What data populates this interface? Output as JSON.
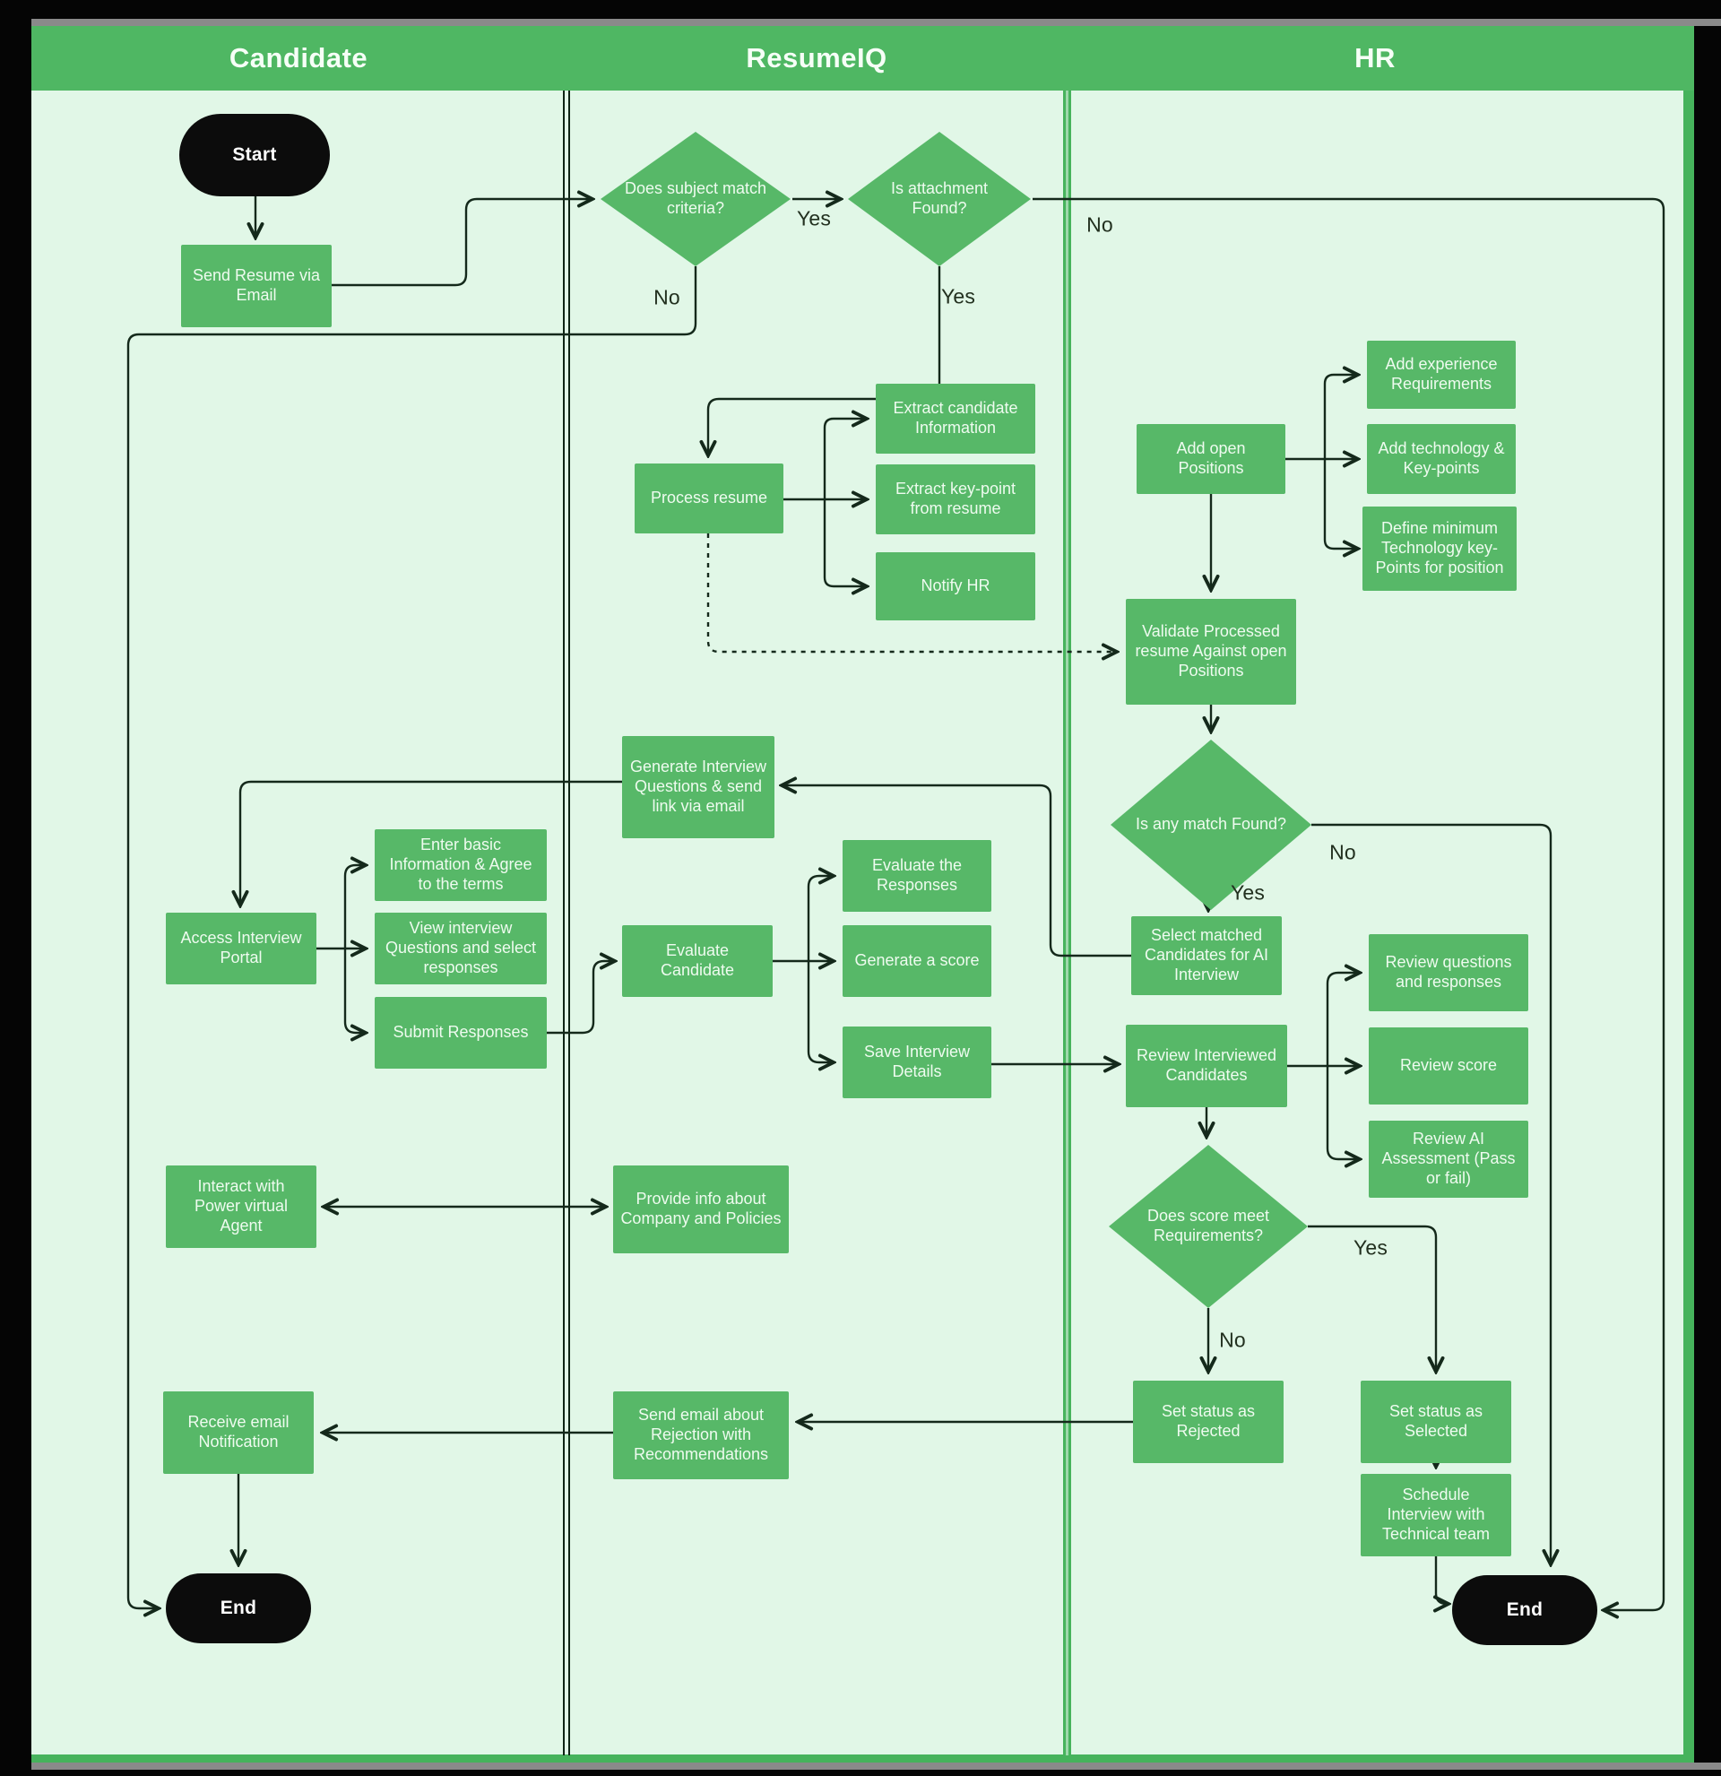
{
  "lanes": {
    "candidate": "Candidate",
    "resumeiq": "ResumeIQ",
    "hr": "HR"
  },
  "nodes": {
    "start": "Start",
    "send_resume": "Send Resume via Email",
    "does_subject_match": "Does subject match criteria?",
    "is_attachment_found": "Is attachment Found?",
    "process_resume": "Process resume",
    "extract_candidate_info": "Extract candidate Information",
    "extract_keypoint": "Extract key-point from resume",
    "notify_hr": "Notify HR",
    "add_open_positions": "Add open Positions",
    "add_experience": "Add experience Requirements",
    "add_technology": "Add technology & Key-points",
    "define_minimum": "Define minimum Technology key-Points for position",
    "validate_resume": "Validate Processed resume Against open Positions",
    "is_any_match": "Is any match Found?",
    "generate_questions": "Generate Interview Questions & send link via email",
    "select_matched": "Select matched Candidates for AI Interview",
    "access_portal": "Access Interview Portal",
    "enter_basic": "Enter basic Information & Agree to the terms",
    "view_questions": "View interview Questions and select responses",
    "submit_responses": "Submit Responses",
    "evaluate_candidate": "Evaluate Candidate",
    "evaluate_responses": "Evaluate the Responses",
    "generate_score": "Generate a score",
    "save_details": "Save Interview Details",
    "review_interviewed": "Review Interviewed Candidates",
    "review_questions": "Review questions and responses",
    "review_score": "Review score",
    "review_ai": "Review AI Assessment (Pass or fail)",
    "does_score_meet": "Does score meet Requirements?",
    "set_rejected": "Set status as Rejected",
    "set_selected": "Set status as Selected",
    "schedule_interview": "Schedule Interview with Technical team",
    "interact_pva": "Interact with Power virtual Agent",
    "provide_info": "Provide info about Company and Policies",
    "send_rejection": "Send email about Rejection with Recommendations",
    "receive_email": "Receive email Notification",
    "end_left": "End",
    "end_right": "End"
  },
  "edge_labels": {
    "yes": "Yes",
    "no": "No"
  },
  "colors": {
    "header_green": "#4fb763",
    "node_green": "#57b868",
    "canvas_mint": "#e1f7e7",
    "line_dark": "#14291b",
    "divider_dark": "#0e2415",
    "divider_green": "#46b35c",
    "terminator_black": "#0c0c0c",
    "frame_gray": "#8a8a8a"
  }
}
